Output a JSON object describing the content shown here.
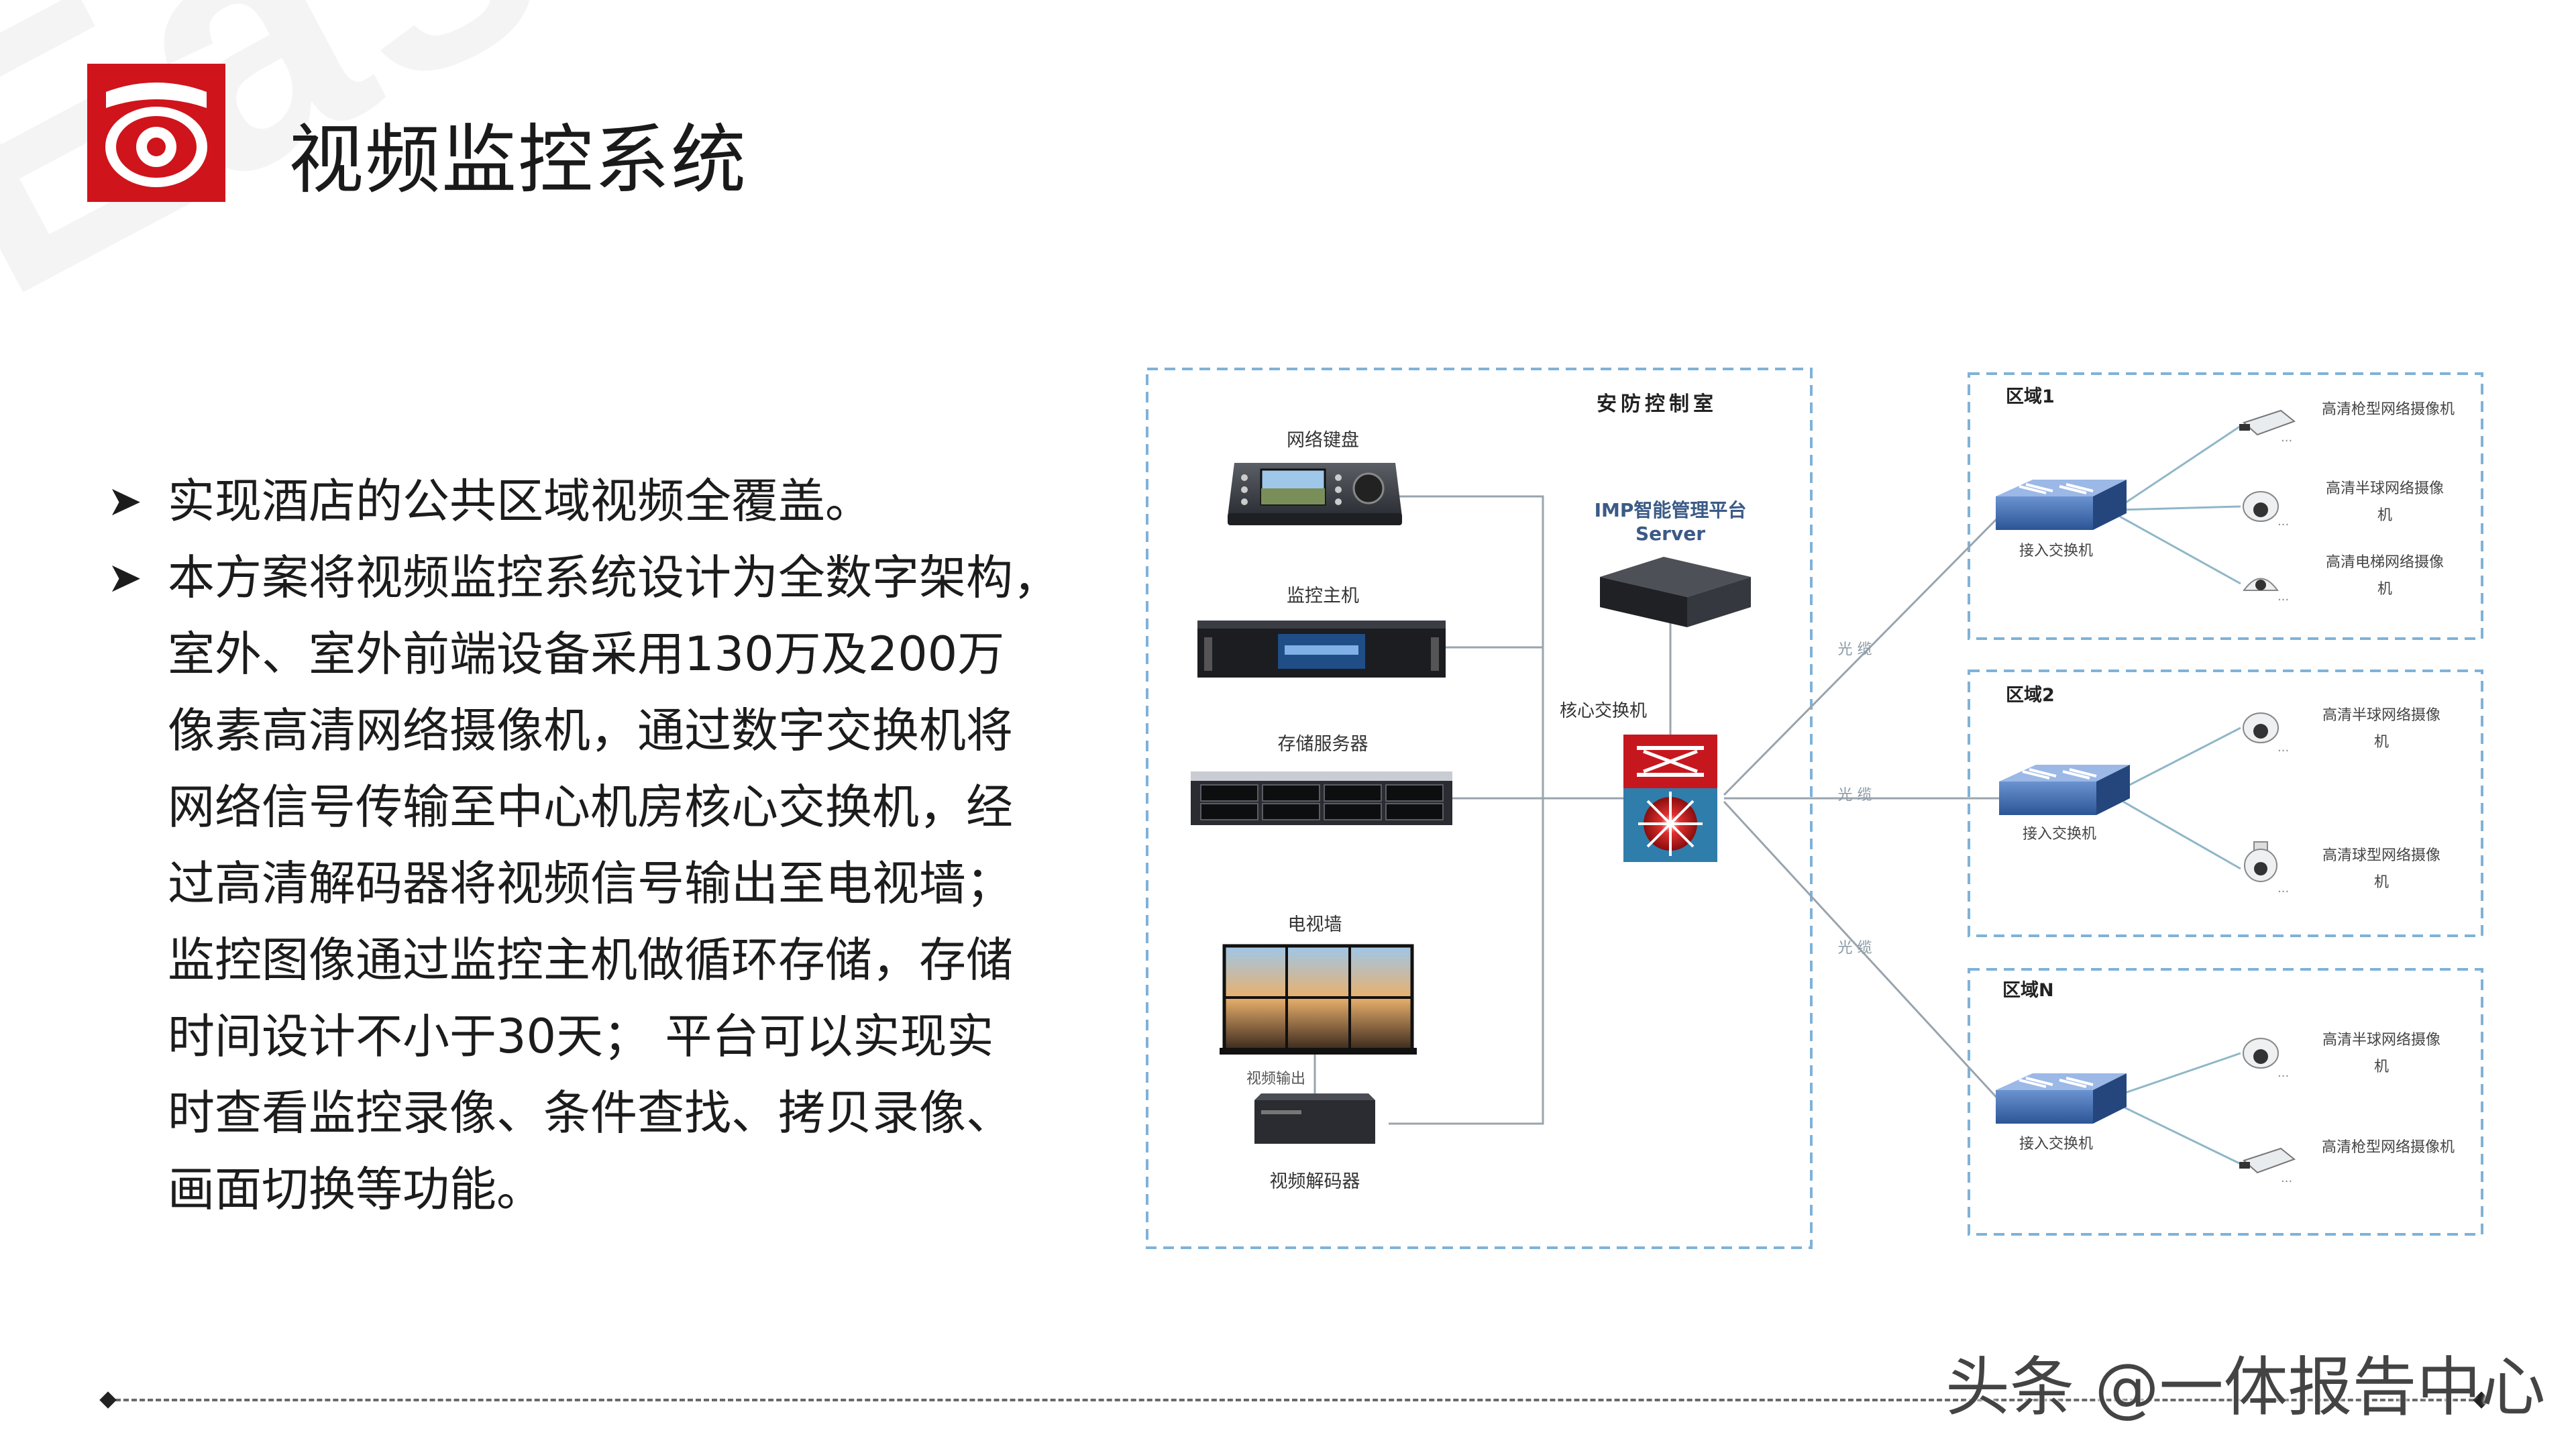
{
  "watermark": "East",
  "title": "视频监控系统",
  "bullets": [
    "实现酒店的公共区域视频全覆盖。",
    "本方案将视频监控系统设计为全数字架构，室外、室外前端设备采用130万及200万像素高清网络摄像机，通过数字交换机将网络信号传输至中心机房核心交换机，经过高清解码器将视频信号输出至电视墙；监控图像通过监控主机做循环存储，存储时间设计不小于30天； 平台可以实现实时查看监控录像、条件查找、拷贝录像、画面切换等功能。"
  ],
  "bullet_lines": [
    [
      "实现酒店的公共区域视频全覆盖。"
    ],
    [
      "本方案将视频监控系统设计为全数字架构，",
      "室外、室外前端设备采用130万及200万",
      "像素高清网络摄像机，通过数字交换机将",
      "网络信号传输至中心机房核心交换机，经",
      "过高清解码器将视频信号输出至电视墙；",
      "监控图像通过监控主机做循环存储，存储",
      "时间设计不小于30天； 平台可以实现实",
      "时查看监控录像、条件查找、拷贝录像、",
      "画面切换等功能。"
    ]
  ],
  "diagram": {
    "control_room": {
      "label": "安防控制室",
      "devices": {
        "keyboard": "网络键盘",
        "host": "监控主机",
        "storage": "存储服务器",
        "tvwall": "电视墙",
        "video_out": "视频输出",
        "decoder": "视频解码器"
      },
      "platform_line1": "IMP智能管理平台",
      "platform_line2": "Server",
      "core_switch": "核心交换机"
    },
    "fiber_label": "光 缆",
    "access_switch": "接入交换机",
    "zones": [
      {
        "name": "区域1",
        "cameras": [
          {
            "line1": "高清枪型网络摄像机",
            "line2": ""
          },
          {
            "line1": "高清半球网络摄像",
            "line2": "机"
          },
          {
            "line1": "高清电梯网络摄像",
            "line2": "机"
          }
        ]
      },
      {
        "name": "区域2",
        "cameras": [
          {
            "line1": "高清半球网络摄像",
            "line2": "机"
          },
          {
            "line1": "高清球型网络摄像",
            "line2": "机"
          }
        ]
      },
      {
        "name": "区域N",
        "cameras": [
          {
            "line1": "高清半球网络摄像",
            "line2": "机"
          },
          {
            "line1": "高清枪型网络摄像机",
            "line2": ""
          }
        ]
      }
    ],
    "ellipsis": "..."
  },
  "footer": "头条 @一体报告中心",
  "colors": {
    "brand_red": "#d0141c",
    "dash_blue": "#7fb2d8",
    "line_gray": "#9aa4ad",
    "switch_blue": "#3d6fb3"
  }
}
